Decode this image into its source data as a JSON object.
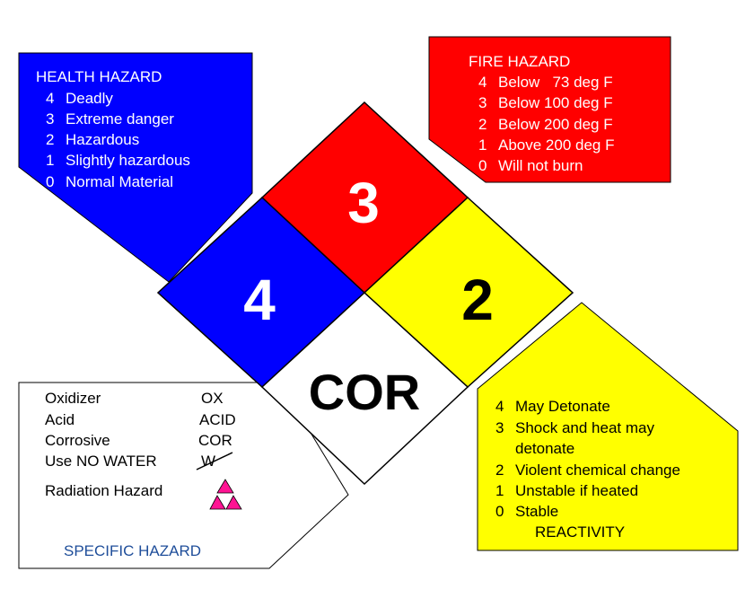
{
  "health": {
    "title": "HEALTH HAZARD",
    "levels": [
      {
        "num": "4",
        "text": "Deadly"
      },
      {
        "num": "3",
        "text": "Extreme danger"
      },
      {
        "num": "2",
        "text": "Hazardous"
      },
      {
        "num": "1",
        "text": "Slightly hazardous"
      },
      {
        "num": "0",
        "text": "Normal Material"
      }
    ],
    "color": "#0000ff"
  },
  "fire": {
    "title": "FIRE HAZARD",
    "levels": [
      {
        "num": "4",
        "text": "Below   73 deg F"
      },
      {
        "num": "3",
        "text": "Below 100 deg F"
      },
      {
        "num": "2",
        "text": "Below 200 deg F"
      },
      {
        "num": "1",
        "text": "Above 200 deg F"
      },
      {
        "num": "0",
        "text": "Will not burn"
      }
    ],
    "color": "#ff0000"
  },
  "reactivity": {
    "title": "REACTIVITY",
    "lines": [
      {
        "num": "4",
        "text": "May Detonate"
      },
      {
        "num": "3",
        "text": "Shock and heat may"
      },
      {
        "num": "",
        "text": "detonate"
      },
      {
        "num": "2",
        "text": "Violent chemical change"
      },
      {
        "num": "1",
        "text": "Unstable if heated"
      },
      {
        "num": "0",
        "text": "Stable"
      }
    ],
    "color": "#ffff00"
  },
  "specific": {
    "title": "SPECIFIC HAZARD",
    "rows": [
      {
        "label": "Oxidizer",
        "code": "OX"
      },
      {
        "label": "Acid",
        "code": "ACID"
      },
      {
        "label": "Corrosive",
        "code": "COR"
      },
      {
        "label": "Use NO WATER",
        "code": "W"
      },
      {
        "label": "Radiation Hazard",
        "code": ""
      }
    ],
    "radiation_icon": "radiation-trefoil-icon",
    "radiation_color": "#ff1493",
    "title_color": "#1f4e9a"
  },
  "diamond": {
    "health_value": "4",
    "fire_value": "3",
    "reactivity_value": "2",
    "special_value": "COR"
  }
}
